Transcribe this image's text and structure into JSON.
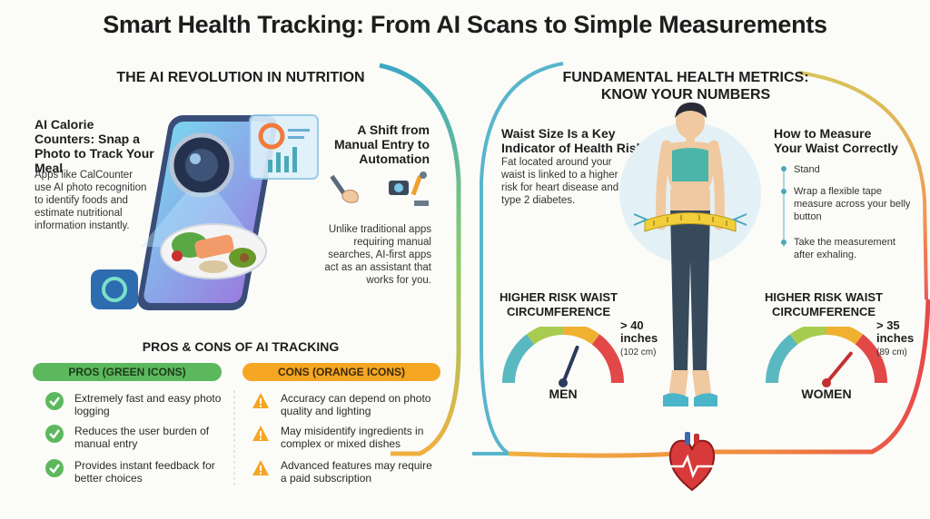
{
  "title": "Smart Health Tracking: From AI Scans to Simple Measurements",
  "left": {
    "heading": "THE AI REVOLUTION IN NUTRITION",
    "calorie": {
      "title": "AI Calorie Counters: Snap a Photo to Track Your Meal",
      "body": "Apps like CalCounter use AI photo recognition to identify foods and estimate nutritional information instantly."
    },
    "shift": {
      "title": "A Shift from Manual Entry to Automation",
      "body": "Unlike traditional apps requiring manual searches, AI-first apps act as an assistant that works for you."
    },
    "pros_cons_heading": "PROS & CONS OF AI TRACKING",
    "pros_label": "PROS (GREEN ICONS)",
    "cons_label": "CONS (ORANGE ICONS)",
    "pros": [
      "Extremely fast and easy photo logging",
      "Reduces the user burden of manual entry",
      "Provides instant feedback for better choices"
    ],
    "cons": [
      "Accuracy can depend on photo quality and lighting",
      "May misidentify ingredients in complex or mixed dishes",
      "Advanced features may require a paid subscription"
    ]
  },
  "right": {
    "heading": "FUNDAMENTAL HEALTH METRICS: KNOW YOUR NUMBERS",
    "waist": {
      "title": "Waist Size Is a Key Indicator of Health Risk",
      "body": "Fat located around your waist is linked to a higher risk for heart disease and type 2 diabetes."
    },
    "measure": {
      "title": "How to Measure Your Waist Correctly",
      "steps": [
        "Stand",
        "Wrap a flexible tape measure across your belly button",
        "Take the measurement after exhaling."
      ]
    },
    "men": {
      "heading": "HIGHER RISK WAIST CIRCUMFERENCE",
      "value": "> 40 inches",
      "metric": "(102 cm)",
      "label": "MEN",
      "needle_level": 0.62
    },
    "women": {
      "heading": "HIGHER RISK WAIST CIRCUMFERENCE",
      "value": "> 35 inches",
      "metric": "(89 cm)",
      "label": "WOMEN",
      "needle_level": 0.72
    }
  },
  "colors": {
    "pros": "#5cb85c",
    "cons": "#f5a623",
    "accent": "#4aa8b8",
    "danger": "#e04848"
  }
}
